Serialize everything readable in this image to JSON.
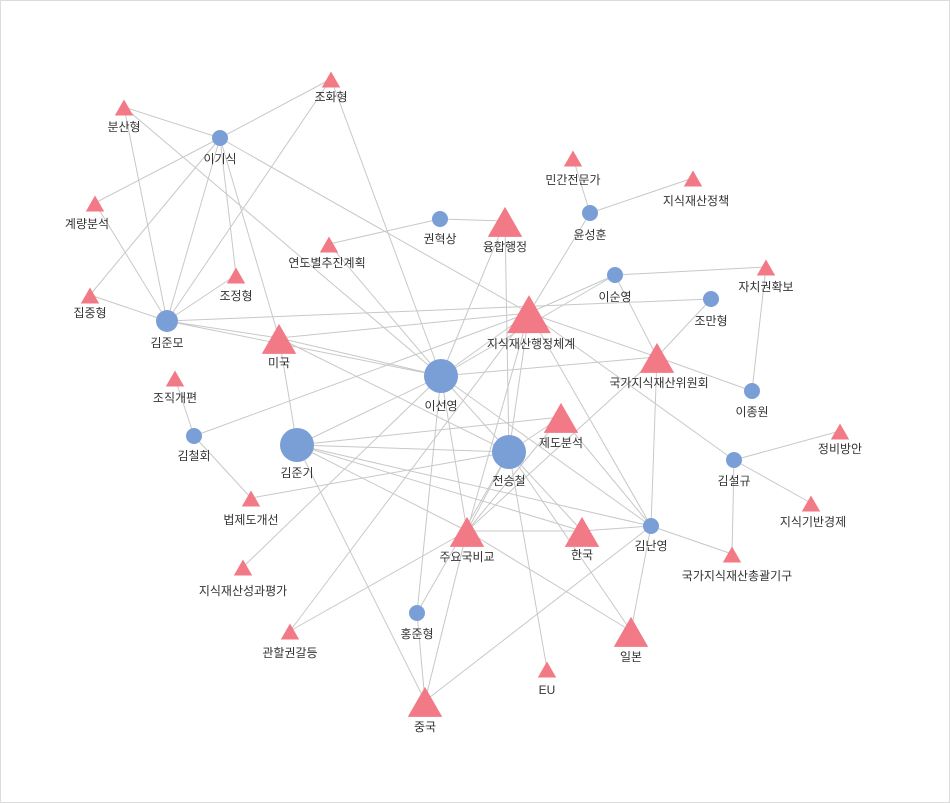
{
  "colors": {
    "person": "#7a9fd6",
    "topic": "#f27a86",
    "edge": "#c8c8c8"
  },
  "network": {
    "nodes": [
      {
        "id": "leegisik",
        "label": "이기식",
        "kind": "person",
        "weight": 2
      },
      {
        "id": "kimjunmo",
        "label": "김준모",
        "kind": "person",
        "weight": 3
      },
      {
        "id": "kimcheolhoe",
        "label": "김철회",
        "kind": "person",
        "weight": 2
      },
      {
        "id": "kimjungi",
        "label": "김준기",
        "kind": "person",
        "weight": 5
      },
      {
        "id": "leeseonyeong",
        "label": "이선영",
        "kind": "person",
        "weight": 5
      },
      {
        "id": "jeonseungcheol",
        "label": "전승철",
        "kind": "person",
        "weight": 5
      },
      {
        "id": "gwonhyeoksang",
        "label": "권혁상",
        "kind": "person",
        "weight": 2
      },
      {
        "id": "yunseonghun",
        "label": "윤성훈",
        "kind": "person",
        "weight": 2
      },
      {
        "id": "leesunyeong",
        "label": "이순영",
        "kind": "person",
        "weight": 2
      },
      {
        "id": "jomanhyeong",
        "label": "조만형",
        "kind": "person",
        "weight": 2
      },
      {
        "id": "leejongwon",
        "label": "이종원",
        "kind": "person",
        "weight": 2
      },
      {
        "id": "kimseolgyu",
        "label": "김설규",
        "kind": "person",
        "weight": 2
      },
      {
        "id": "kimnanyeong",
        "label": "김난영",
        "kind": "person",
        "weight": 2
      },
      {
        "id": "hongjunhyeong",
        "label": "홍준형",
        "kind": "person",
        "weight": 2
      },
      {
        "id": "bunsan",
        "label": "분산형",
        "kind": "topic",
        "weight": 2
      },
      {
        "id": "johwa",
        "label": "조화형",
        "kind": "topic",
        "weight": 2
      },
      {
        "id": "gyeryang",
        "label": "계량분석",
        "kind": "topic",
        "weight": 2
      },
      {
        "id": "yeondo",
        "label": "연도별추진계획",
        "kind": "topic",
        "weight": 2
      },
      {
        "id": "jojeong",
        "label": "조정형",
        "kind": "topic",
        "weight": 2
      },
      {
        "id": "jipjung",
        "label": "집중형",
        "kind": "topic",
        "weight": 2
      },
      {
        "id": "miguk",
        "label": "미국",
        "kind": "topic",
        "weight": 4
      },
      {
        "id": "jojikgaepyeon",
        "label": "조직개편",
        "kind": "topic",
        "weight": 2
      },
      {
        "id": "beopjedo",
        "label": "법제도개선",
        "kind": "topic",
        "weight": 2
      },
      {
        "id": "seonggwa",
        "label": "지식재산성과평가",
        "kind": "topic",
        "weight": 2
      },
      {
        "id": "gwanhal",
        "label": "관할권갈등",
        "kind": "topic",
        "weight": 2
      },
      {
        "id": "junggukcountry",
        "label": "중국",
        "kind": "topic",
        "weight": 4
      },
      {
        "id": "jujoyo",
        "label": "주요국비교",
        "kind": "topic",
        "weight": 4
      },
      {
        "id": "eu",
        "label": "EU",
        "kind": "topic",
        "weight": 2
      },
      {
        "id": "hanguk",
        "label": "한국",
        "kind": "topic",
        "weight": 4
      },
      {
        "id": "ilbon",
        "label": "일본",
        "kind": "topic",
        "weight": 4
      },
      {
        "id": "jedo",
        "label": "제도분석",
        "kind": "topic",
        "weight": 4
      },
      {
        "id": "yunghap",
        "label": "융합행정",
        "kind": "topic",
        "weight": 4
      },
      {
        "id": "minganjeonmun",
        "label": "민간전문가",
        "kind": "topic",
        "weight": 2
      },
      {
        "id": "jisikjeongchaek",
        "label": "지식재산정책",
        "kind": "topic",
        "weight": 2
      },
      {
        "id": "haengjeongchegye",
        "label": "지식재산행정체계",
        "kind": "topic",
        "weight": 6
      },
      {
        "id": "jachi",
        "label": "자치권확보",
        "kind": "topic",
        "weight": 2
      },
      {
        "id": "wiwonhoe",
        "label": "국가지식재산위원회",
        "kind": "topic",
        "weight": 4
      },
      {
        "id": "jeongbi",
        "label": "정비방안",
        "kind": "topic",
        "weight": 2
      },
      {
        "id": "gibangyeongje",
        "label": "지식기반경제",
        "kind": "topic",
        "weight": 2
      },
      {
        "id": "chonggwal",
        "label": "국가지식재산총괄기구",
        "kind": "topic",
        "weight": 2
      }
    ],
    "edges": [
      [
        "leegisik",
        "bunsan"
      ],
      [
        "leegisik",
        "johwa"
      ],
      [
        "leegisik",
        "gyeryang"
      ],
      [
        "leegisik",
        "jipjung"
      ],
      [
        "leegisik",
        "jojeong"
      ],
      [
        "leegisik",
        "kimjunmo"
      ],
      [
        "leegisik",
        "miguk"
      ],
      [
        "leegisik",
        "haengjeongchegye"
      ],
      [
        "bunsan",
        "kimjunmo"
      ],
      [
        "bunsan",
        "leeseonyeong"
      ],
      [
        "gyeryang",
        "kimjunmo"
      ],
      [
        "jipjung",
        "kimjunmo"
      ],
      [
        "johwa",
        "kimjunmo"
      ],
      [
        "johwa",
        "leeseonyeong"
      ],
      [
        "kimjunmo",
        "jojeong"
      ],
      [
        "kimjunmo",
        "miguk"
      ],
      [
        "kimjunmo",
        "leeseonyeong"
      ],
      [
        "kimjunmo",
        "jomanhyeong"
      ],
      [
        "miguk",
        "kimjungi"
      ],
      [
        "miguk",
        "leeseonyeong"
      ],
      [
        "miguk",
        "haengjeongchegye"
      ],
      [
        "miguk",
        "jeonseungcheol"
      ],
      [
        "yeondo",
        "leeseonyeong"
      ],
      [
        "yeondo",
        "gwonhyeoksang"
      ],
      [
        "gwonhyeoksang",
        "yunghap"
      ],
      [
        "yunghap",
        "leeseonyeong"
      ],
      [
        "yunghap",
        "jeonseungcheol"
      ],
      [
        "minganjeonmun",
        "yunseonghun"
      ],
      [
        "yunseonghun",
        "jisikjeongchaek"
      ],
      [
        "yunseonghun",
        "haengjeongchegye"
      ],
      [
        "haengjeongchegye",
        "leeseonyeong"
      ],
      [
        "haengjeongchegye",
        "leesunyeong"
      ],
      [
        "haengjeongchegye",
        "wiwonhoe"
      ],
      [
        "haengjeongchegye",
        "jeonseungcheol"
      ],
      [
        "haengjeongchegye",
        "jujoyo"
      ],
      [
        "haengjeongchegye",
        "kimnanyeong"
      ],
      [
        "haengjeongchegye",
        "kimcheolhoe"
      ],
      [
        "haengjeongchegye",
        "gwanhal"
      ],
      [
        "haengjeongchegye",
        "kimseolgyu"
      ],
      [
        "leesunyeong",
        "jachi"
      ],
      [
        "leesunyeong",
        "wiwonhoe"
      ],
      [
        "leesunyeong",
        "leeseonyeong"
      ],
      [
        "jachi",
        "leejongwon"
      ],
      [
        "wiwonhoe",
        "leejongwon"
      ],
      [
        "wiwonhoe",
        "jomanhyeong"
      ],
      [
        "wiwonhoe",
        "leeseonyeong"
      ],
      [
        "wiwonhoe",
        "jujoyo"
      ],
      [
        "wiwonhoe",
        "kimnanyeong"
      ],
      [
        "kimseolgyu",
        "jeongbi"
      ],
      [
        "kimseolgyu",
        "gibangyeongje"
      ],
      [
        "kimseolgyu",
        "chonggwal"
      ],
      [
        "jojikgaepyeon",
        "kimcheolhoe"
      ],
      [
        "kimcheolhoe",
        "beopjedo"
      ],
      [
        "kimjungi",
        "leeseonyeong"
      ],
      [
        "kimjungi",
        "jedo"
      ],
      [
        "kimjungi",
        "jujoyo"
      ],
      [
        "kimjungi",
        "hanguk"
      ],
      [
        "kimjungi",
        "junggukcountry"
      ],
      [
        "kimjungi",
        "kimnanyeong"
      ],
      [
        "kimjungi",
        "jeonseungcheol"
      ],
      [
        "leeseonyeong",
        "seonggwa"
      ],
      [
        "leeseonyeong",
        "jujoyo"
      ],
      [
        "leeseonyeong",
        "hongjunhyeong"
      ],
      [
        "leeseonyeong",
        "jeonseungcheol"
      ],
      [
        "leeseonyeong",
        "kimnanyeong"
      ],
      [
        "jeonseungcheol",
        "jedo"
      ],
      [
        "jeonseungcheol",
        "hanguk"
      ],
      [
        "jeonseungcheol",
        "eu"
      ],
      [
        "jeonseungcheol",
        "jujoyo"
      ],
      [
        "jeonseungcheol",
        "ilbon"
      ],
      [
        "jeonseungcheol",
        "beopjedo"
      ],
      [
        "jedo",
        "jujoyo"
      ],
      [
        "jedo",
        "kimnanyeong"
      ],
      [
        "jujoyo",
        "hanguk"
      ],
      [
        "jujoyo",
        "ilbon"
      ],
      [
        "jujoyo",
        "junggukcountry"
      ],
      [
        "jujoyo",
        "gwanhal"
      ],
      [
        "hanguk",
        "kimnanyeong"
      ],
      [
        "kimnanyeong",
        "ilbon"
      ],
      [
        "kimnanyeong",
        "chonggwal"
      ],
      [
        "kimnanyeong",
        "junggukcountry"
      ],
      [
        "hongjunhyeong",
        "junggukcountry"
      ],
      [
        "hongjunhyeong",
        "jeonseungcheol"
      ]
    ]
  }
}
